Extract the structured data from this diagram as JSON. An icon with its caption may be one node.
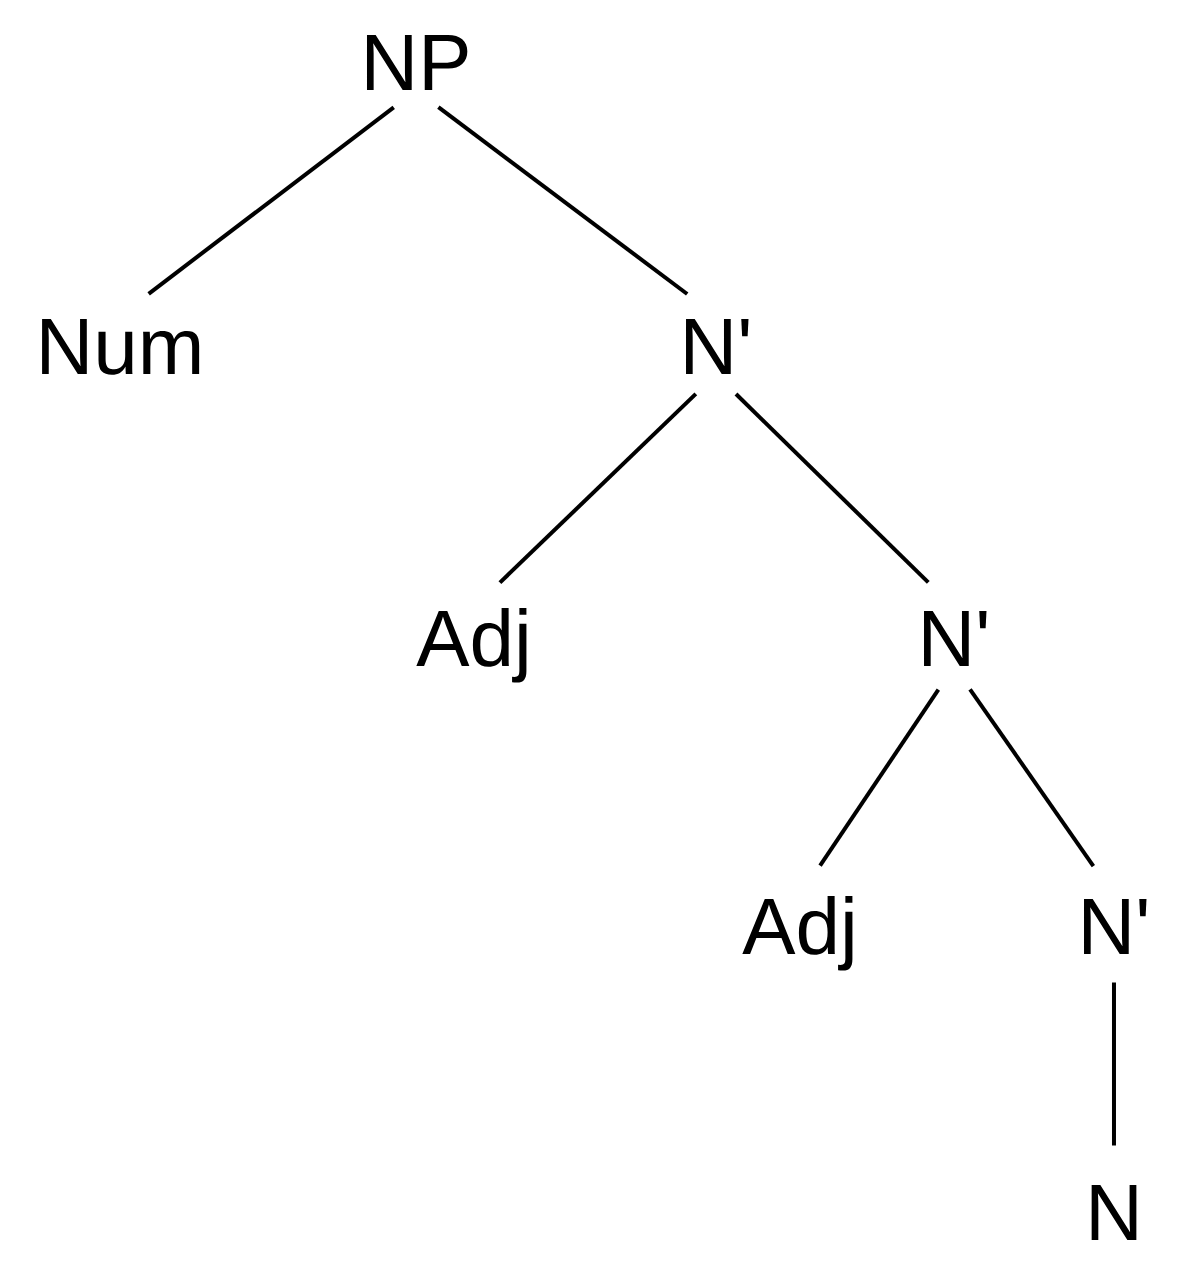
{
  "diagram": {
    "nodes": [
      {
        "text": [
          "NP"
        ]
      },
      {
        "text": [
          "Num"
        ]
      },
      {
        "text": [
          "N'"
        ]
      },
      {
        "text": [
          "Adj"
        ]
      },
      {
        "text": [
          "N'"
        ]
      },
      {
        "text": [
          "Adj"
        ]
      },
      {
        "text": [
          "N'"
        ]
      },
      {
        "text": [
          "N"
        ]
      }
    ],
    "edges": [
      {
        "from": 0,
        "to": 1,
        "arrow": "none"
      },
      {
        "from": 0,
        "to": 2,
        "arrow": "none"
      },
      {
        "from": 2,
        "to": 3,
        "arrow": "none"
      },
      {
        "from": 2,
        "to": 4,
        "arrow": "none"
      },
      {
        "from": 4,
        "to": 5,
        "arrow": "none"
      },
      {
        "from": 4,
        "to": 6,
        "arrow": "none"
      },
      {
        "from": 6,
        "to": 7,
        "arrow": "none"
      }
    ]
  }
}
